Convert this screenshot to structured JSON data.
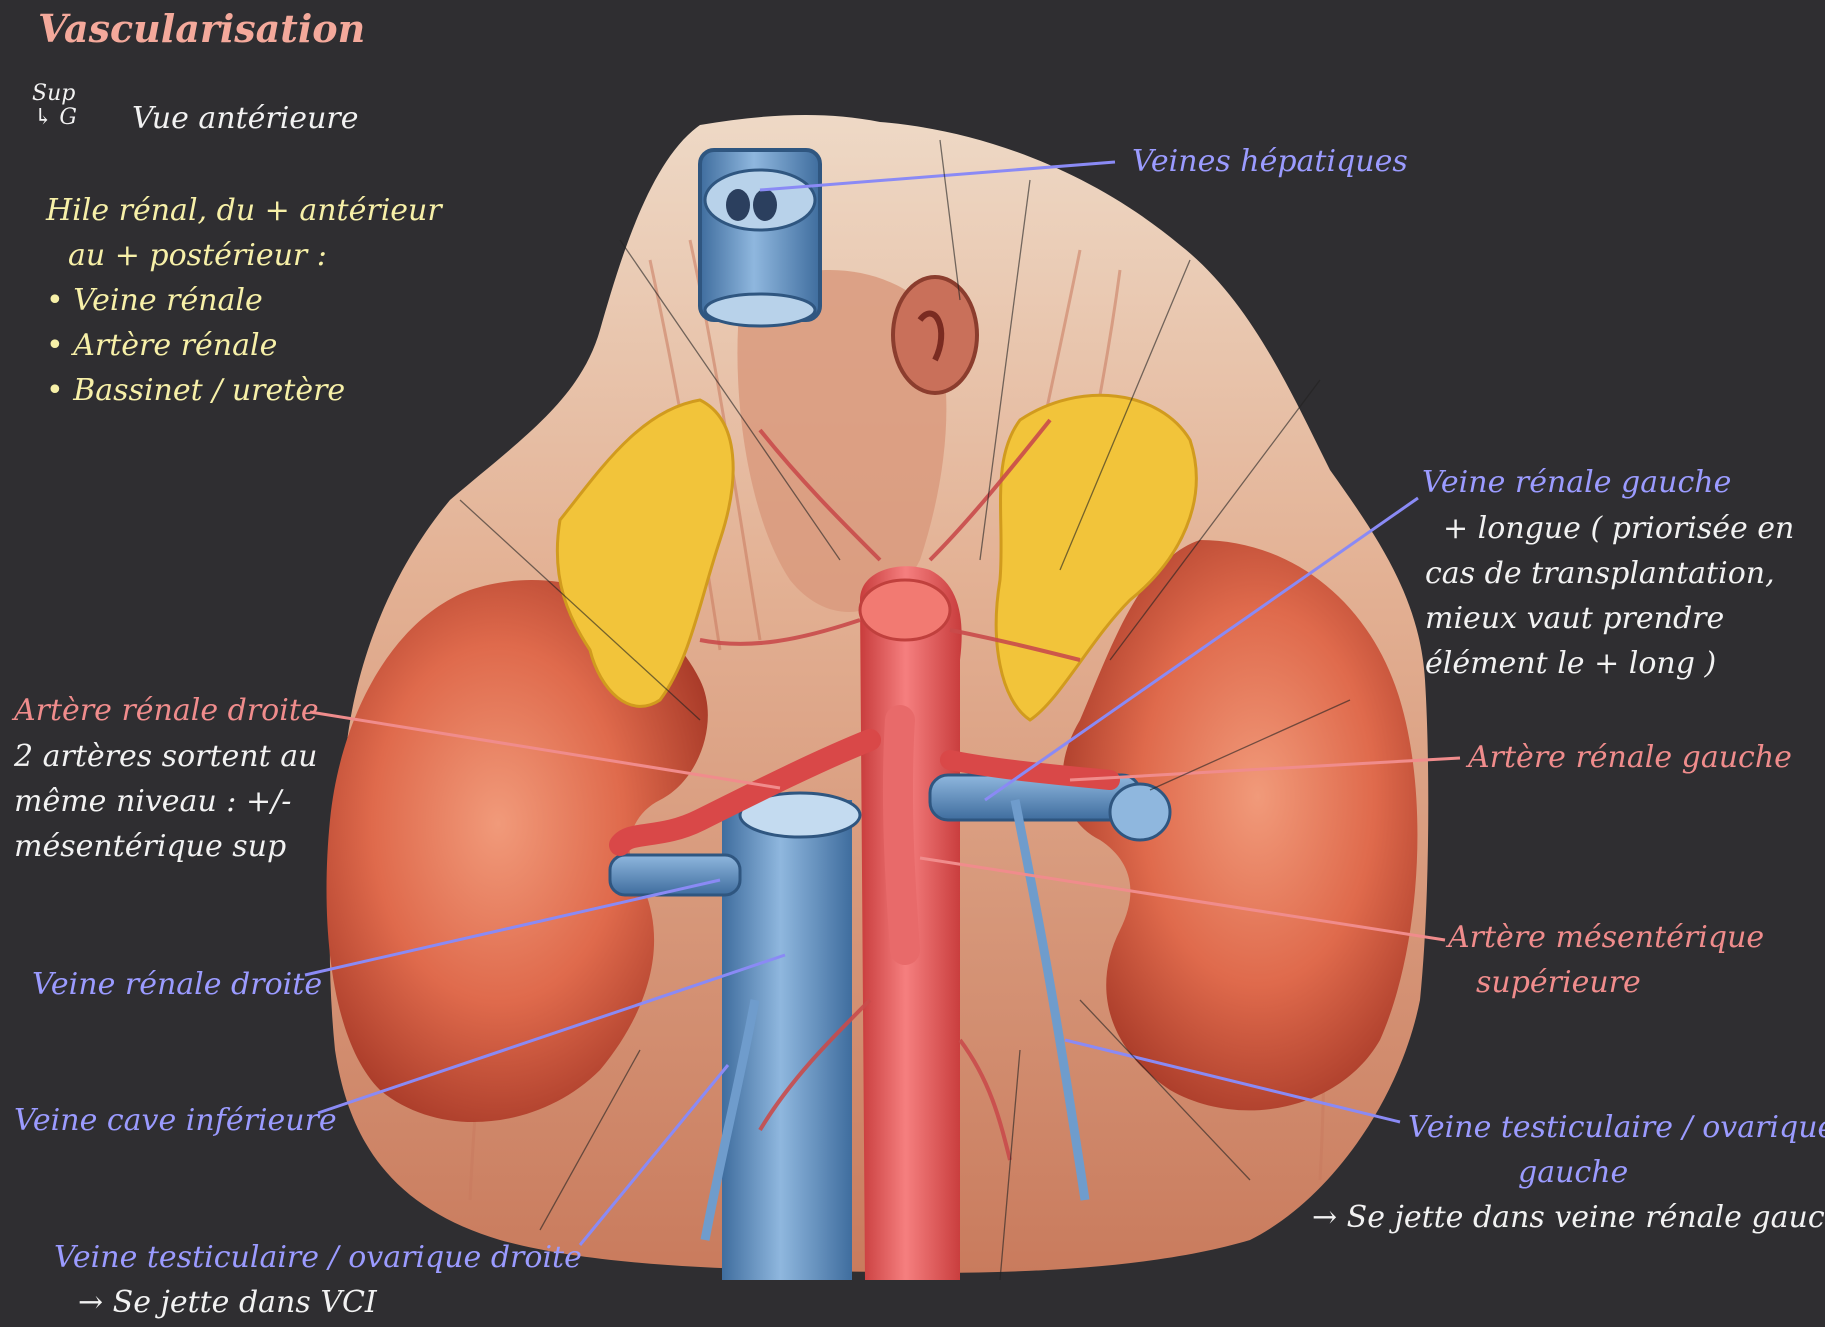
{
  "title": "Vascularisation",
  "orientation": {
    "sup": "Sup",
    "left": "↳ G",
    "view": "Vue antérieure"
  },
  "hile_note": {
    "heading_1": "Hile rénal, du + antérieur",
    "heading_2": "au + postérieur :",
    "items": [
      "• Veine rénale",
      "• Artère rénale",
      "• Bassinet / uretère"
    ]
  },
  "labels": {
    "veines_hepatiques": "Veines hépatiques",
    "veine_renale_gauche": "Veine rénale gauche",
    "veine_renale_gauche_note": [
      "+ longue ( priorisée en",
      "cas de transplantation,",
      "mieux vaut prendre",
      "élément le + long )"
    ],
    "artere_renale_droite": "Artère rénale droite",
    "artere_renale_droite_note": [
      "2 artères sortent au",
      "même niveau : +/-",
      "mésentérique sup"
    ],
    "artere_renale_gauche": "Artère rénale gauche",
    "veine_renale_droite": "Veine rénale droite",
    "artere_mesenterique": [
      "Artère mésentérique",
      "supérieure"
    ],
    "veine_cave": "Veine cave inférieure",
    "veine_testiculaire_gauche": [
      "Veine testiculaire / ovarique",
      "gauche"
    ],
    "veine_testiculaire_gauche_note": "→ Se jette dans veine rénale gauche",
    "veine_testiculaire_droite": "Veine testiculaire / ovarique droite",
    "veine_testiculaire_droite_note": "→ Se jette dans VCI"
  },
  "colors": {
    "background": "#2f2e31",
    "title": "#f4a99b",
    "note": "#f7f0a8",
    "vein_label": "#9b9bff",
    "artery_label": "#f08c8c",
    "kidney": "#d8583e",
    "vein": "#6f9ccc",
    "artery": "#e95a5a",
    "fat": "#f2c43a"
  }
}
